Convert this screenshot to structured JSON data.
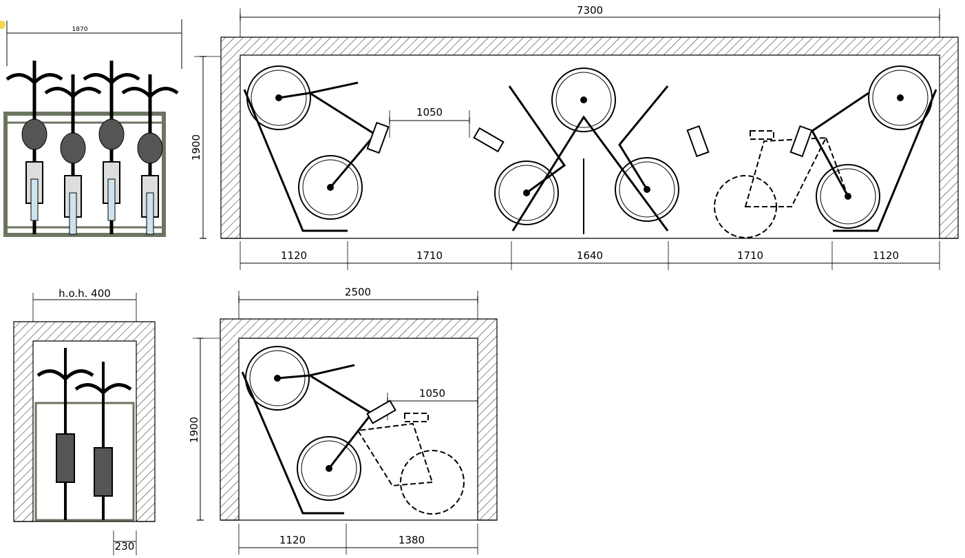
{
  "dimensions": {
    "top_left_width": "1870",
    "top_overall_length": "7300",
    "top_height": "1900",
    "top_aisle": "1050",
    "top_segment_1": "1120",
    "top_segment_2": "1710",
    "top_segment_3": "1640",
    "top_segment_4": "1710",
    "top_segment_5": "1120",
    "bottom_left_spacing": "h.o.h. 400",
    "bottom_left_offset": "230",
    "bottom_right_length": "2500",
    "bottom_right_height": "1900",
    "bottom_right_aisle": "1050",
    "bottom_right_segment_1": "1120",
    "bottom_right_segment_2": "1380"
  },
  "colors": {
    "line": "#000000",
    "frame": "#6b7560",
    "hatch": "#000000",
    "background": "#ffffff"
  }
}
